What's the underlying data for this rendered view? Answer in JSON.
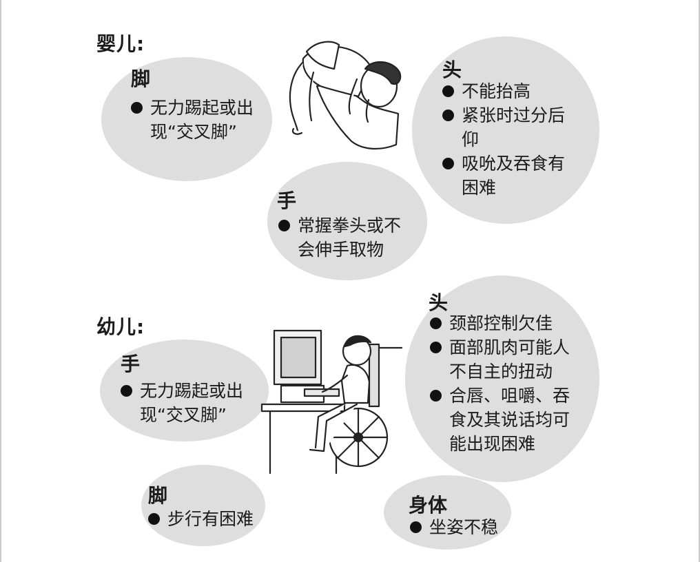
{
  "infant": {
    "title": "婴儿:",
    "feet": {
      "heading": "脚",
      "items": [
        "无力踢起或出现“交叉脚”"
      ]
    },
    "head": {
      "heading": "头",
      "items": [
        "不能抬高",
        "紧张时过分后仰",
        "吸吮及吞食有困难"
      ]
    },
    "hands": {
      "heading": "手",
      "items": [
        "常握拳头或不会伸手取物"
      ]
    }
  },
  "toddler": {
    "title": "幼儿:",
    "hands": {
      "heading": "手",
      "items": [
        "无力踢起或出现“交叉脚”"
      ]
    },
    "head": {
      "heading": "头",
      "items": [
        "颈部控制欠佳",
        "面部肌肉可能人不自主的扭动",
        "合唇、咀嚼、吞食及其说话均可能出现困难"
      ]
    },
    "feet": {
      "heading": "脚",
      "items": [
        "步行有困难"
      ]
    },
    "body": {
      "heading": "身体",
      "items": [
        "坐姿不稳"
      ]
    }
  },
  "icons": {
    "infant_illustration": "infant-held-up-icon",
    "toddler_illustration": "child-wheelchair-computer-icon"
  },
  "colors": {
    "bubble": "#dedede",
    "text": "#1b1b1b",
    "background": "#ffffff"
  }
}
